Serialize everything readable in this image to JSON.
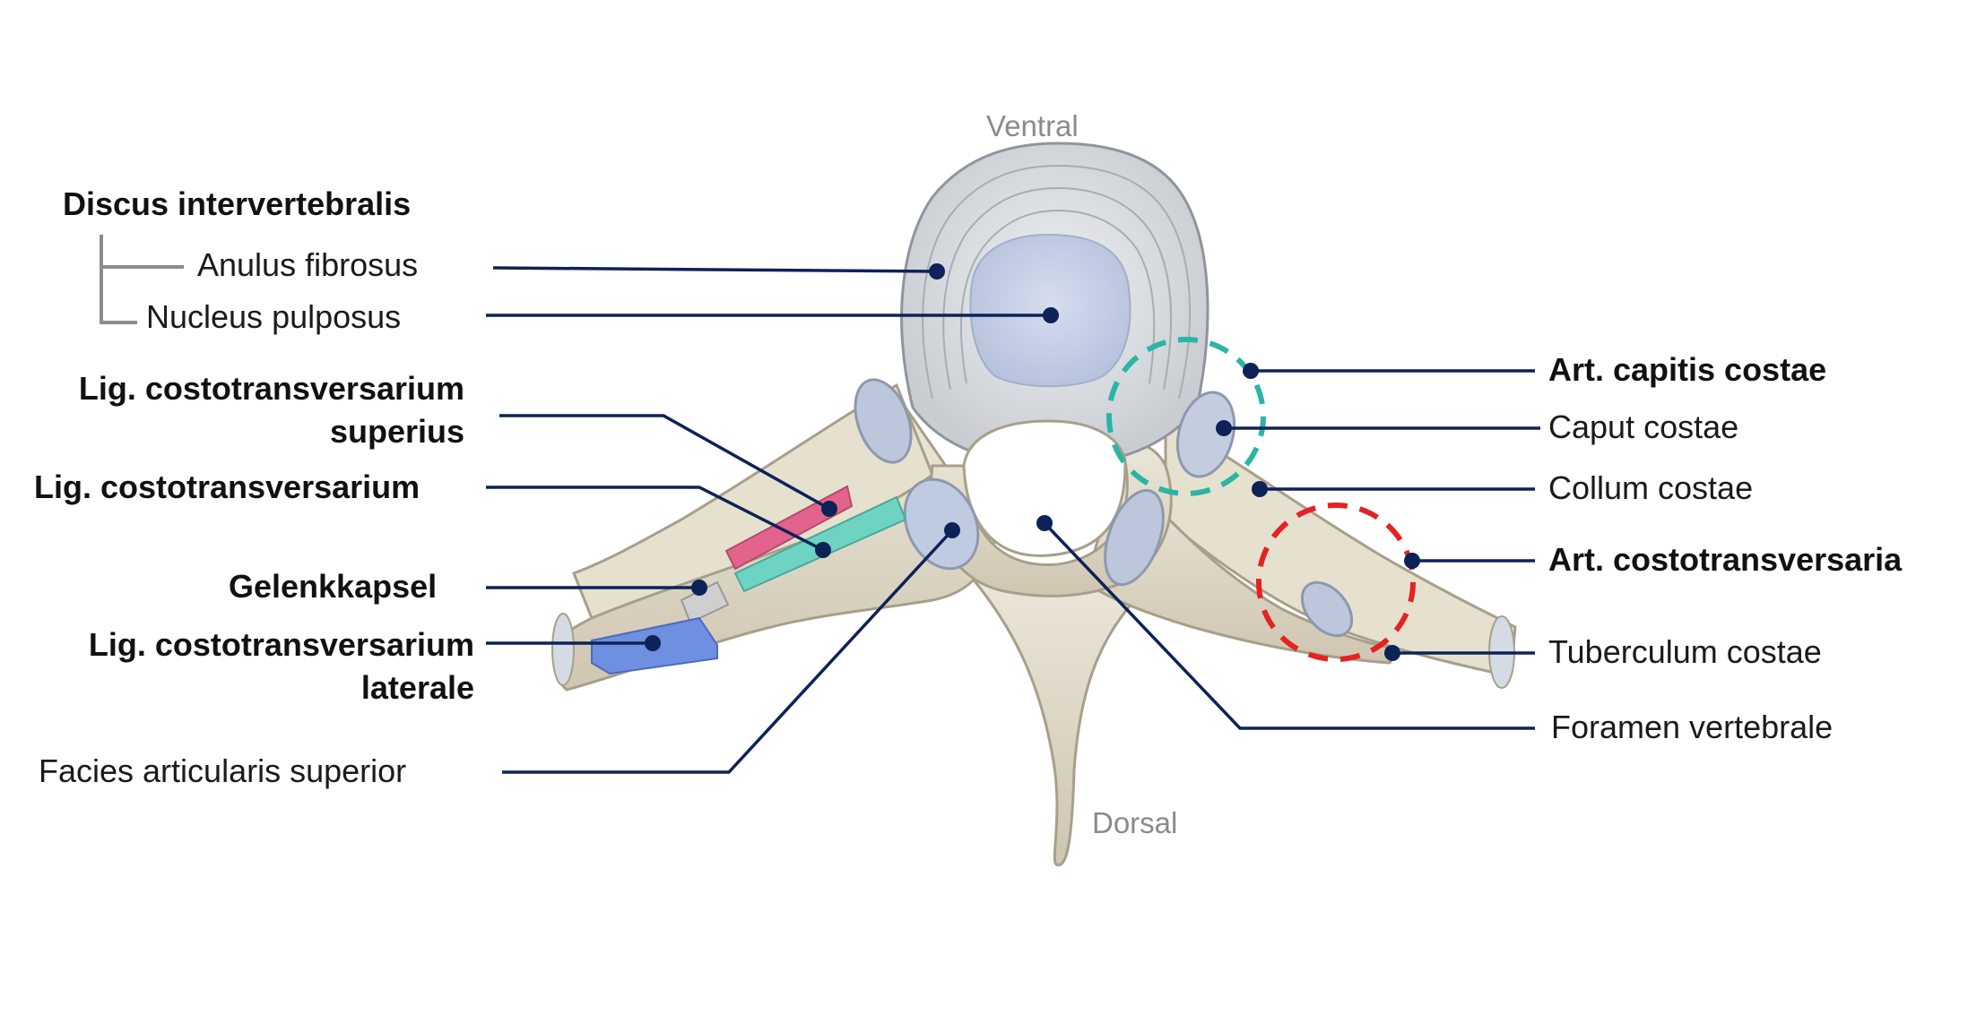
{
  "orientation": {
    "ventral": "Ventral",
    "dorsal": "Dorsal"
  },
  "labels_left": {
    "discus_intervertebralis": "Discus intervertebralis",
    "anulus_fibrosus": "Anulus fibrosus",
    "nucleus_pulposus": "Nucleus pulposus",
    "lig_superius_line1": "Lig. costotransversarium",
    "lig_superius_line2": "superius",
    "lig_costotransversarium": "Lig. costotransversarium",
    "gelenkkapsel": "Gelenkkapsel",
    "lig_laterale_line1": "Lig. costotransversarium",
    "lig_laterale_line2": "laterale",
    "facies_articularis_superior": "Facies articularis superior"
  },
  "labels_right": {
    "art_capitis_costae": "Art. capitis costae",
    "caput_costae": "Caput costae",
    "collum_costae": "Collum costae",
    "art_costotransversaria": "Art. costotransversaria",
    "tuberculum_costae": "Tuberculum costae",
    "foramen_vertebrale": "Foramen vertebrale"
  },
  "colors": {
    "leader": "#0d2257",
    "bracket": "#8c8c8c",
    "bone": "#e3dccb",
    "bone_shadow": "#b8ae98",
    "disc_ring": "#d9dce0",
    "nucleus": "#c6d0e6",
    "cartilage": "#bccbe0",
    "ligament_superius": "#e2648c",
    "ligament_costotransversarium": "#6fd3c2",
    "ligament_laterale": "#6f8fe0",
    "highlight_capitis": "#2ab5a5",
    "highlight_costotransversaria": "#e52222"
  }
}
